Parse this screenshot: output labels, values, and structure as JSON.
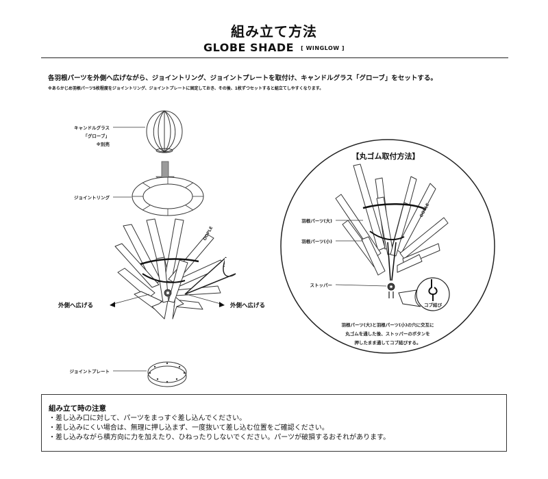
{
  "header": {
    "title_ja": "組み立て方法",
    "title_en": "GLOBE SHADE",
    "brand": "[ WINGLOW ]"
  },
  "intro": {
    "lead": "各羽根パーツを外側へ広げながら、ジョイントリング、ジョイントプレートを取付け、キャンドルグラス「グローブ」をセットする。",
    "note": "※あらかじめ羽根パーツ5枚程度をジョイントリング、ジョイントプレートに固定しておき、その後、1枚ずつセットすると組立てしやすくなります。"
  },
  "diagram": {
    "globe_label_1": "キャンドルグラス",
    "globe_label_2": "「グローブ」",
    "globe_label_3": "※別売",
    "ring_label": "ジョイントリング",
    "plate_label": "ジョイントプレート",
    "spread_left": "外側へ広げる",
    "spread_right": "外側へ広げる",
    "logo_text": "OOPLE"
  },
  "detail": {
    "title": "【丸ゴム取付方法】",
    "large_part": "羽根パーツ(大)",
    "small_part": "羽根パーツ(小)",
    "stopper": "ストッパー",
    "knot": "コブ結び",
    "logo_text": "OOPLE",
    "desc_line1": "羽根パーツ(大)と羽根パーツ(小)の穴に交互に",
    "desc_line2": "丸ゴムを通した後、ストッパーのボタンを",
    "desc_line3": "押したまま通してコブ結びする。"
  },
  "notice": {
    "title": "組み立て時の注意",
    "items": [
      "・差し込み口に対して、パーツをまっすぐ差し込んでください。",
      "・差し込みにくい場合は、無理に押し込まず、一度抜いて差し込む位置をご確認ください。",
      "・差し込みながら横方向に力を加えたり、ひねったりしないでください。パーツが破損するおそれがあります。"
    ]
  },
  "colors": {
    "ink": "#111111",
    "line": "#333333",
    "arrow_fill": "#9a9a9a"
  }
}
